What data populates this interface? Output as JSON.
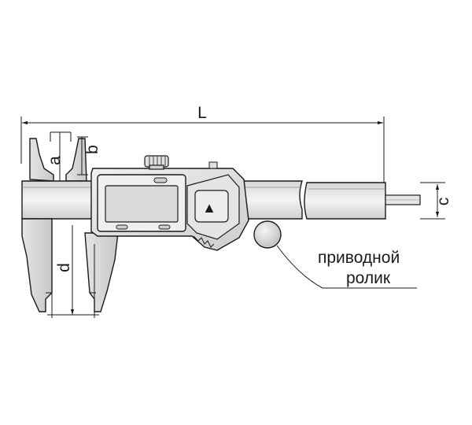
{
  "dimensions": {
    "length": "L",
    "jaw_a": "a",
    "jaw_b": "b",
    "height_c": "c",
    "depth_d": "d"
  },
  "callout": {
    "line1": "приводной",
    "line2": "ролик"
  },
  "display": {
    "button_symbol": "▲"
  },
  "colors": {
    "stroke": "#1a1a1a",
    "fill_light": "#f2f2f2",
    "fill_mid": "#d9d9d9",
    "fill_dark": "#bfbfbf",
    "background": "#ffffff"
  }
}
